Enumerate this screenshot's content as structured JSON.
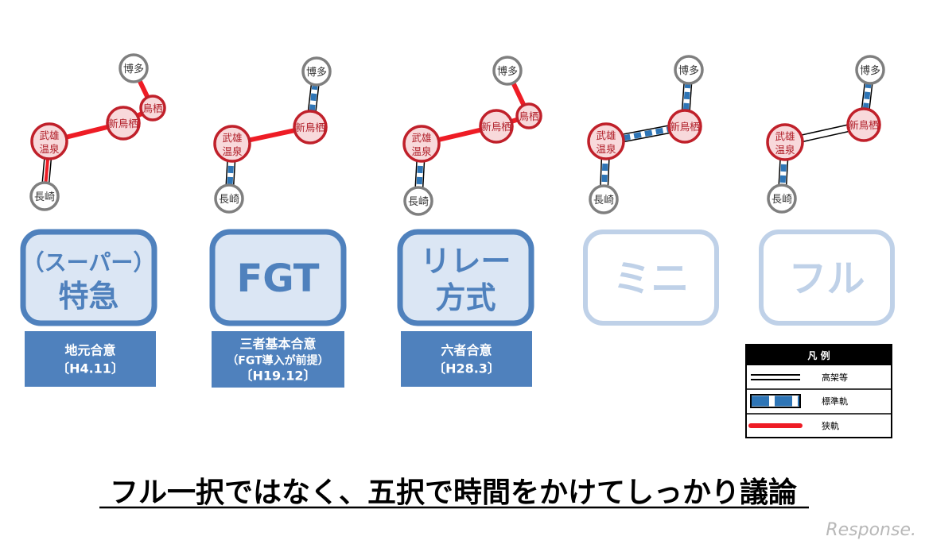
{
  "options": [
    {
      "title_lines": [
        "（スーパー）",
        "特急"
      ],
      "agreement_lines": [
        "地元合意",
        "〔H4.11〕"
      ],
      "state": "active",
      "stations": {
        "hakata": "博多",
        "tosu": "鳥栖",
        "shintosu": "新鳥栖",
        "takeo": [
          "武雄",
          "温泉"
        ],
        "nagasaki": "長崎"
      }
    },
    {
      "title_lines": [
        "FGT"
      ],
      "agreement_lines": [
        "三者基本合意",
        "（FGT導入が前提）",
        "〔H19.12〕"
      ],
      "state": "active",
      "stations": {
        "hakata": "博多",
        "shintosu": "新鳥栖",
        "takeo": [
          "武雄",
          "温泉"
        ],
        "nagasaki": "長崎"
      }
    },
    {
      "title_lines": [
        "リレー",
        "方式"
      ],
      "agreement_lines": [
        "六者合意",
        "〔H28.3〕"
      ],
      "state": "active",
      "stations": {
        "hakata": "博多",
        "tosu": "鳥栖",
        "shintosu": "新鳥栖",
        "takeo": [
          "武雄",
          "温泉"
        ],
        "nagasaki": "長崎"
      }
    },
    {
      "title_lines": [
        "ミニ"
      ],
      "agreement_lines": [],
      "state": "faded",
      "stations": {
        "hakata": "博多",
        "shintosu": "新鳥栖",
        "takeo": [
          "武雄",
          "温泉"
        ],
        "nagasaki": "長崎"
      }
    },
    {
      "title_lines": [
        "フル"
      ],
      "agreement_lines": [],
      "state": "faded",
      "stations": {
        "hakata": "博多",
        "shintosu": "新鳥栖",
        "takeo": [
          "武雄",
          "温泉"
        ],
        "nagasaki": "長崎"
      }
    }
  ],
  "legend": {
    "title": "凡 例",
    "items": [
      {
        "type": "elevated",
        "label": "高架等"
      },
      {
        "type": "standard_gauge",
        "label": "標準軌"
      },
      {
        "type": "narrow_gauge",
        "label": "狭軌"
      }
    ]
  },
  "footer_text": "フル一択ではなく、五択で時間をかけてしっかり議論",
  "logo_text": "Response.",
  "colors": {
    "narrow_gauge": "#ee1c25",
    "standard_gauge": "#2e75b6",
    "active_box": "#4f81bd",
    "faded_box": "#bfd1e8"
  }
}
